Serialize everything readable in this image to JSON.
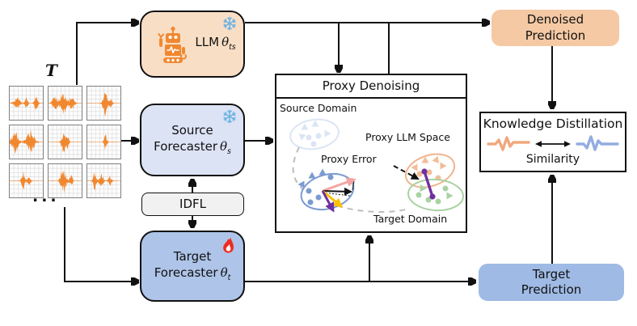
{
  "labels": {
    "input_set": "T",
    "ellipsis": "...",
    "llm": {
      "name": "LLM",
      "theta": "θ",
      "sub": "ts"
    },
    "source_forecaster": {
      "line1": "Source",
      "line2": "Forecaster",
      "theta": "θ",
      "sub": "s"
    },
    "idfl": "IDFL",
    "target_forecaster": {
      "line1": "Target",
      "line2": "Forecaster",
      "theta": "θ",
      "sub": "t"
    },
    "proxy_denoising": {
      "title": "Proxy Denoising",
      "source_domain": "Source Domain",
      "proxy_llm_space": "Proxy LLM Space",
      "proxy_error": "Proxy Error",
      "target_domain": "Target Domain"
    },
    "denoised_prediction": {
      "line1": "Denoised",
      "line2": "Prediction"
    },
    "knowledge_distillation": {
      "title": "Knowledge Distillation",
      "similarity": "Similarity"
    },
    "target_prediction": {
      "line1": "Target",
      "line2": "Prediction"
    }
  },
  "icons": {
    "llm": "robot-icon",
    "frozen": "snowflake-icon",
    "trainable": "flame-icon",
    "input": "waveform-grid",
    "kd_left": "orange-waveform-icon",
    "kd_right": "blue-waveform-icon"
  },
  "colors": {
    "llm_fill": "#F9DEC6",
    "source_fill": "#DCE3F5",
    "target_fill": "#AEC4E8",
    "idfl_fill": "#F1F1F1",
    "denoised_fill": "#F5C9A4",
    "target_pred_fill": "#9FBAE5",
    "orange": "#F18830",
    "kd_orange": "#F0A87E",
    "kd_blue": "#93ADE0",
    "snowflake": "#6CB2E4",
    "flame": "#EE2B20",
    "line": "#111111",
    "faded_blue": "#B9CCEB",
    "blue_shape": "#7B9BD2",
    "peach_stroke": "#F0B48C",
    "peach_shape": "#F3BD97",
    "green_shape": "#A9D3A2",
    "purple": "#7030A0",
    "pink": "#F5A3A3",
    "yellow": "#FFC000",
    "gray_dash": "#BDBDBD",
    "grid_border": "#7F7F7F",
    "grid_line": "#DCDCDC"
  }
}
